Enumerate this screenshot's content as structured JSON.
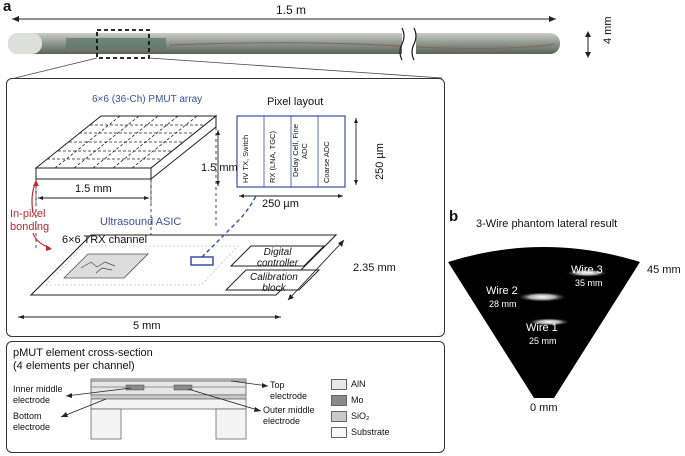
{
  "panel_a": {
    "letter": "a",
    "length_label": "1.5 m",
    "diameter_label": "4 mm",
    "main_box": {
      "array_label": "6×6 (36-Ch) PMUT array",
      "pixel_layout_title": "Pixel layout",
      "pixel_columns": [
        "HV TX, Switch",
        "RX (LNA, TGC)",
        "Delay Cell, Fine ADC",
        "Coarse ADC"
      ],
      "pixel_height_label": "250 µm",
      "pixel_width_label": "250 µm",
      "array_width_label": "1.5 mm",
      "array_depth_label": "1.5 mm",
      "bonding_label": "In-pixel\nbonding",
      "asic_label": "Ultrasound ASIC",
      "trx_label": "6×6 TRX channel",
      "digital_controller_label": "Digital\ncontroller",
      "calibration_label": "Calibration\nblock",
      "asic_depth_label": "2.35 mm",
      "asic_width_label": "5 mm"
    },
    "cross_section": {
      "title": "pMUT element cross-section",
      "subtitle": "(4 elements per channel)",
      "inner_middle_label": "Inner middle\nelectrode",
      "bottom_label": "Bottom\nelectrode",
      "top_label": "Top\nelectrode",
      "outer_middle_label": "Outer middle\nelectrode",
      "legend": [
        {
          "label": "AlN",
          "color": "#e8e8e8"
        },
        {
          "label": "Mo",
          "color": "#8a8a8a"
        },
        {
          "label": "SiO₂",
          "color": "#c9c9c9"
        },
        {
          "label": "Substrate",
          "color": "#f7f7f7"
        }
      ]
    }
  },
  "panel_b": {
    "letter": "b",
    "title": "3-Wire phantom lateral result",
    "depth_top_label": "45 mm",
    "depth_bottom_label": "0 mm",
    "wires": [
      {
        "name": "Wire 3",
        "depth": "35 mm"
      },
      {
        "name": "Wire 2",
        "depth": "28 mm"
      },
      {
        "name": "Wire 1",
        "depth": "25 mm"
      }
    ]
  }
}
